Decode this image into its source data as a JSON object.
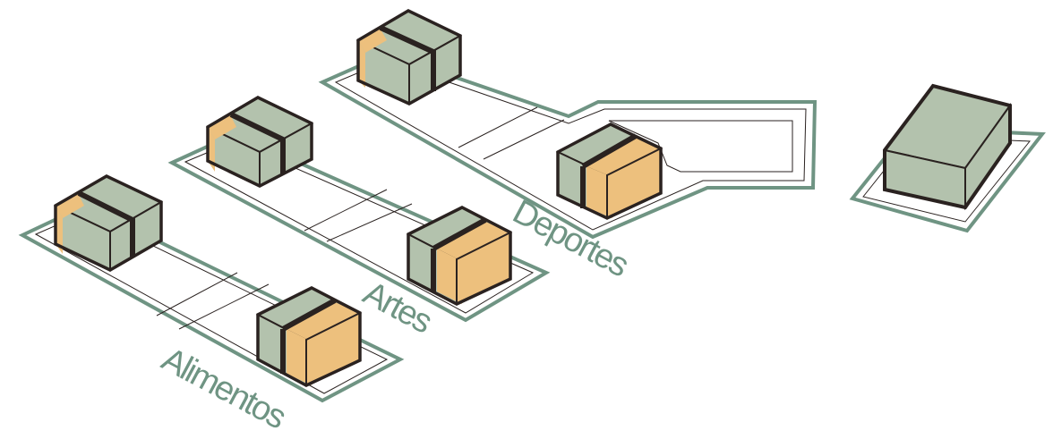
{
  "colors": {
    "green_fill": "#b3c2ad",
    "orange_fill": "#edc07d",
    "outline": "#2a2220",
    "path_outline": "#6f9483",
    "label": "#6f9483"
  },
  "zones": {
    "alimentos": {
      "label": "Alimentos"
    },
    "artes": {
      "label": "Artes"
    },
    "deportes": {
      "label": "Deportes"
    }
  }
}
